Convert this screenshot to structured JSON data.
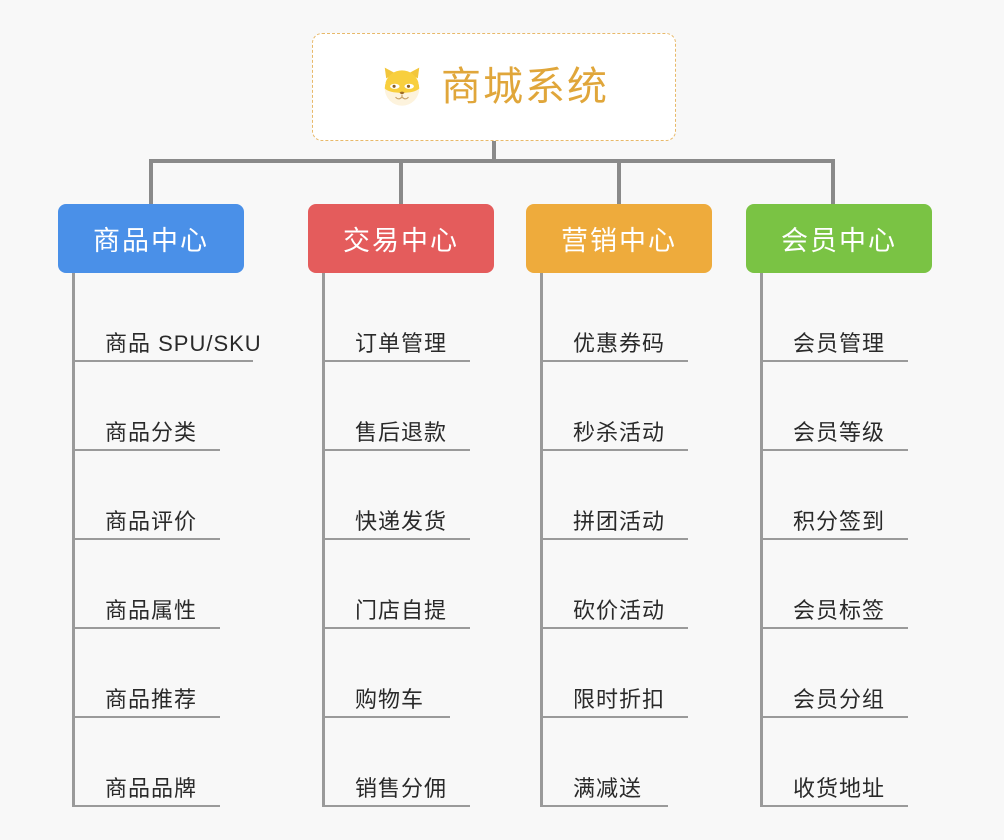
{
  "background_color": "#f8f8f8",
  "root": {
    "title": "商城系统",
    "icon": "dog-face-icon",
    "title_color": "#e0a63a",
    "border_color": "#e8b96a",
    "fill_color": "#ffffff"
  },
  "connector_color": "#8a8a8a",
  "columns": [
    {
      "id": "product-center",
      "label": "商品中心",
      "color": "#4a90e8",
      "items": [
        "商品 SPU/SKU",
        "商品分类",
        "商品评价",
        "商品属性",
        "商品推荐",
        "商品品牌"
      ]
    },
    {
      "id": "trade-center",
      "label": "交易中心",
      "color": "#e45c5c",
      "items": [
        "订单管理",
        "售后退款",
        "快递发货",
        "门店自提",
        "购物车",
        "销售分佣"
      ]
    },
    {
      "id": "marketing-center",
      "label": "营销中心",
      "color": "#eeab3c",
      "items": [
        "优惠券码",
        "秒杀活动",
        "拼团活动",
        "砍价活动",
        "限时折扣",
        "满减送"
      ]
    },
    {
      "id": "member-center",
      "label": "会员中心",
      "color": "#7ac344",
      "items": [
        "会员管理",
        "会员等级",
        "积分签到",
        "会员标签",
        "会员分组",
        "收货地址"
      ]
    }
  ]
}
